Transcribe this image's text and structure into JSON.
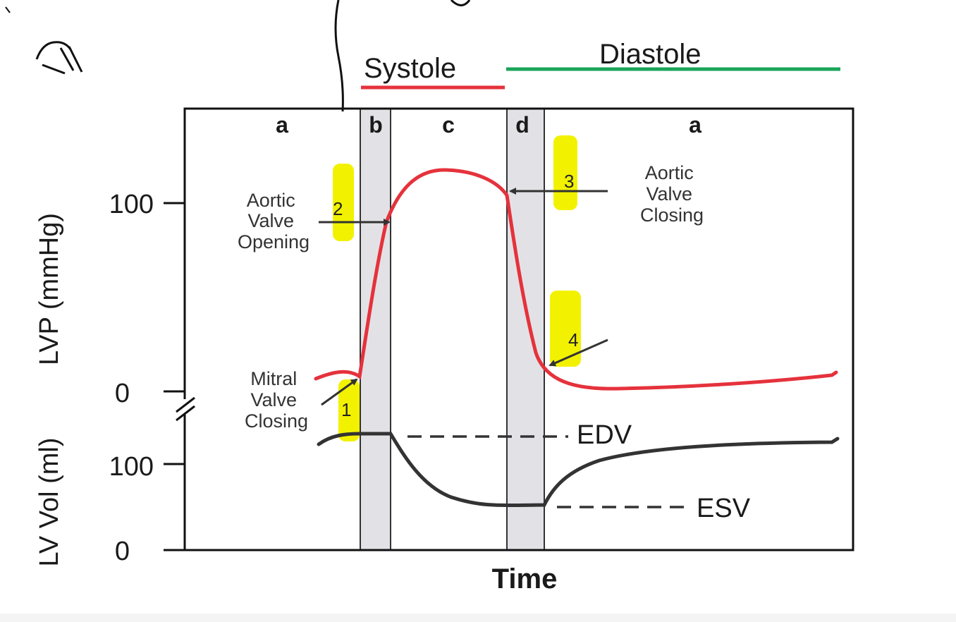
{
  "header": {
    "systole_label": "Systole",
    "diastole_label": "Diastole",
    "systole_color": "#e5323c",
    "diastole_color": "#1aa55a"
  },
  "phases": [
    "a",
    "b",
    "c",
    "d",
    "a"
  ],
  "axes": {
    "lvp_label": "LVP (mmHg)",
    "lvvol_label": "LV Vol (ml)",
    "time_label": "Time",
    "lvp_ticks": [
      "100",
      "0"
    ],
    "vol_ticks": [
      "100",
      "0"
    ]
  },
  "annotations": {
    "aortic_opening": [
      "Aortic",
      "Valve",
      "Opening"
    ],
    "aortic_closing": [
      "Aortic",
      "Valve",
      "Closing"
    ],
    "mitral_closing": [
      "Mitral",
      "Valve",
      "Closing"
    ],
    "edv": "EDV",
    "esv": "ESV"
  },
  "markers": [
    "1",
    "2",
    "3",
    "4"
  ],
  "colors": {
    "lvp_curve": "#e5323c",
    "volume_curve": "#333333",
    "phase_band": "#e2e2e6",
    "highlight": "#f2f200"
  }
}
